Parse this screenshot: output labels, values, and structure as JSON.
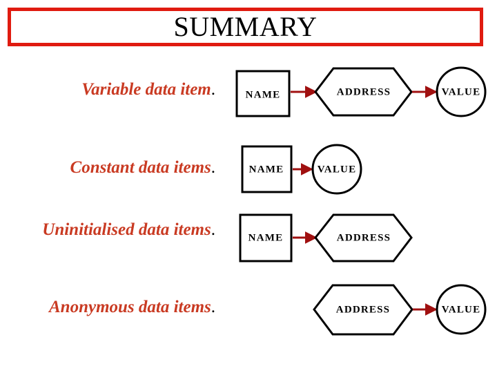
{
  "slide": {
    "title": "SUMMARY",
    "background_color": "#ffffff",
    "title_border_color": "#e01b10",
    "caption_color": "#c93a22",
    "shape_stroke_color": "#000000",
    "arrow_color": "#a01010"
  },
  "rows": [
    {
      "caption": "Variable data item",
      "caption_terminator": ".",
      "shapes": [
        {
          "type": "rectangle",
          "label": "NAME"
        },
        {
          "type": "hexagon",
          "label": "ADDRESS"
        },
        {
          "type": "ellipse",
          "label": "VALUE"
        }
      ],
      "arrows": 2
    },
    {
      "caption": "Constant data items",
      "caption_terminator": ".",
      "shapes": [
        {
          "type": "rectangle",
          "label": "NAME"
        },
        {
          "type": "ellipse",
          "label": "VALUE"
        }
      ],
      "arrows": 1
    },
    {
      "caption": "Uninitialised data items",
      "caption_terminator": ".",
      "shapes": [
        {
          "type": "rectangle",
          "label": "NAME"
        },
        {
          "type": "hexagon",
          "label": "ADDRESS"
        }
      ],
      "arrows": 1
    },
    {
      "caption": "Anonymous data items",
      "caption_terminator": ".",
      "shapes": [
        {
          "type": "hexagon",
          "label": "ADDRESS"
        },
        {
          "type": "ellipse",
          "label": "VALUE"
        }
      ],
      "arrows": 1
    }
  ],
  "labels": {
    "name": "NAME",
    "address": "ADDRESS",
    "value": "VALUE"
  }
}
